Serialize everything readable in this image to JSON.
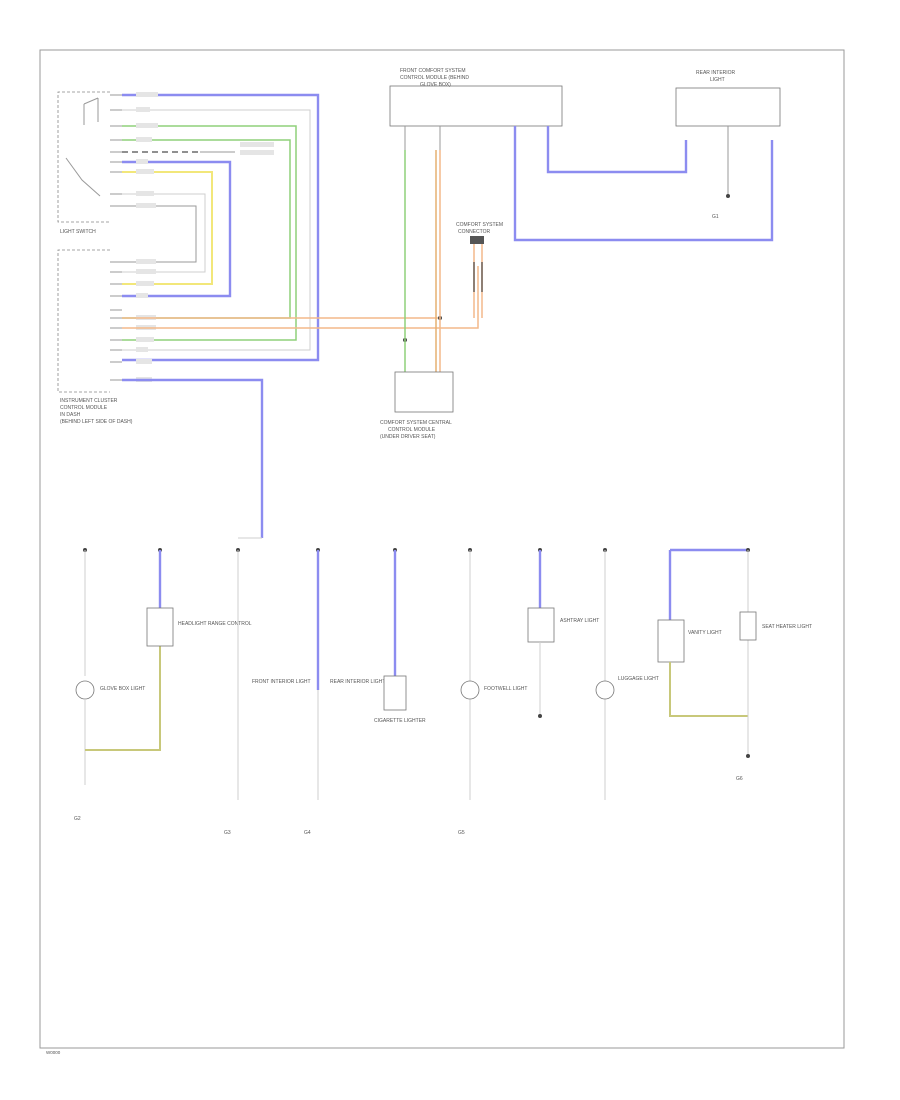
{
  "components": {
    "light_switch": {
      "label": "LIGHT SWITCH"
    },
    "instrument_cluster": {
      "label_lines": [
        "INSTRUMENT CLUSTER",
        "CONTROL MODULE",
        "IN DASH",
        "(BEHIND LEFT SIDE OF DASH)"
      ]
    },
    "front_control_module": {
      "label_lines": [
        "FRONT COMFORT SYSTEM",
        "CONTROL MODULE (BEHIND",
        "GLOVE BOX)"
      ]
    },
    "connector_module": {
      "label_lines": [
        "COMFORT SYSTEM",
        "CONNECTOR"
      ]
    },
    "rear_module": {
      "label_lines": [
        "REAR INTERIOR",
        "LIGHT"
      ]
    },
    "comfort_module": {
      "label_lines": [
        "COMFORT SYSTEM CENTRAL",
        "CONTROL MODULE",
        "(UNDER DRIVER SEAT)"
      ]
    }
  },
  "legend": {
    "footer": "W0000"
  },
  "bottom_components": [
    {
      "label": "GLOVE BOX LIGHT"
    },
    {
      "label": "HEADLIGHT RANGE CONTROL"
    },
    {
      "label": "FRONT INTERIOR LIGHT"
    },
    {
      "label": "REAR INTERIOR LIGHT"
    },
    {
      "label": "CIGARETTE LIGHTER"
    },
    {
      "label": "FOOTWELL LIGHT"
    },
    {
      "label": "ASHTRAY LIGHT"
    },
    {
      "label": "LUGGAGE LIGHT"
    },
    {
      "label": "VANITY LIGHT"
    },
    {
      "label": "SEAT HEATER LIGHT"
    }
  ],
  "grounds": [
    {
      "label": "G1"
    },
    {
      "label": "G2"
    },
    {
      "label": "G3"
    },
    {
      "label": "G4"
    },
    {
      "label": "G5"
    },
    {
      "label": "G6"
    }
  ]
}
